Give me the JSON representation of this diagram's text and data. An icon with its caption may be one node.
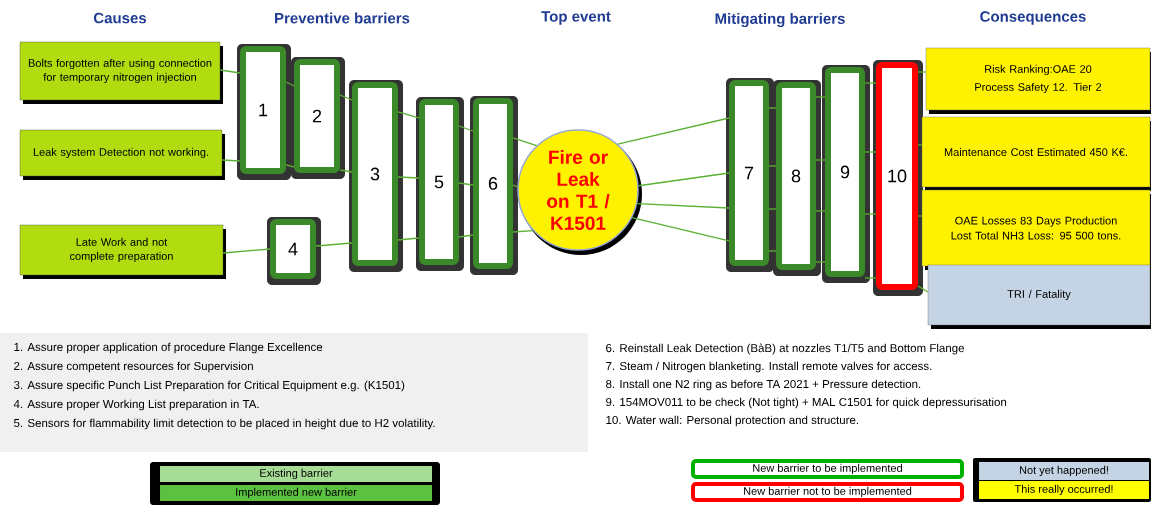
{
  "diagram": {
    "nodes": [
      {
        "text": [
          "Bolts forgotten after using connection for temporary nitrogen injection"
        ]
      },
      {
        "text": [
          "Leak system Detection not working."
        ]
      },
      {
        "text": [
          "Late Work and not complete preparation"
        ]
      },
      {
        "text": [
          "1"
        ]
      },
      {
        "text": [
          "2"
        ]
      },
      {
        "text": [
          "3"
        ]
      },
      {
        "text": [
          "4"
        ]
      },
      {
        "text": [
          "5"
        ]
      },
      {
        "text": [
          "6"
        ]
      },
      {
        "text": [
          "Fire or Leak on T1 / K1501"
        ]
      },
      {
        "text": [
          "7"
        ]
      },
      {
        "text": [
          "8"
        ]
      },
      {
        "text": [
          "9"
        ]
      },
      {
        "text": [
          "10"
        ]
      },
      {
        "text": [
          "Risk Ranking:OAE 20",
          "Process Safety 12. Tier 2"
        ]
      },
      {
        "text": [
          "Maintenance Cost Estimated 450 K€."
        ]
      },
      {
        "text": [
          "OAE Losses 83 Days Production Lost Total NH3 Loss: 95 500 tons."
        ]
      },
      {
        "text": [
          "TRI / Fatality"
        ]
      }
    ],
    "edges": [
      {
        "from": 0,
        "to": 3,
        "arrow": "none"
      },
      {
        "from": 1,
        "to": 3,
        "arrow": "none"
      },
      {
        "from": 3,
        "to": 4,
        "arrow": "none"
      },
      {
        "from": 3,
        "to": 4,
        "arrow": "none"
      },
      {
        "from": 4,
        "to": 5,
        "arrow": "none"
      },
      {
        "from": 4,
        "to": 5,
        "arrow": "none"
      },
      {
        "from": 2,
        "to": 6,
        "arrow": "none"
      },
      {
        "from": 6,
        "to": 5,
        "arrow": "none"
      },
      {
        "from": 5,
        "to": 7,
        "arrow": "none"
      },
      {
        "from": 5,
        "to": 7,
        "arrow": "none"
      },
      {
        "from": 5,
        "to": 7,
        "arrow": "none"
      },
      {
        "from": 7,
        "to": 8,
        "arrow": "none"
      },
      {
        "from": 7,
        "to": 8,
        "arrow": "none"
      },
      {
        "from": 7,
        "to": 8,
        "arrow": "none"
      },
      {
        "from": 8,
        "to": 9,
        "arrow": "none"
      },
      {
        "from": 8,
        "to": 9,
        "arrow": "none"
      },
      {
        "from": 8,
        "to": 9,
        "arrow": "none"
      },
      {
        "from": 9,
        "to": 10,
        "arrow": "none"
      },
      {
        "from": 9,
        "to": 10,
        "arrow": "none"
      },
      {
        "from": 9,
        "to": 10,
        "arrow": "none"
      },
      {
        "from": 9,
        "to": 10,
        "arrow": "none"
      },
      {
        "from": 10,
        "to": 11,
        "arrow": "none"
      },
      {
        "from": 10,
        "to": 11,
        "arrow": "none"
      },
      {
        "from": 10,
        "to": 11,
        "arrow": "none"
      },
      {
        "from": 10,
        "to": 11,
        "arrow": "none"
      },
      {
        "from": 11,
        "to": 12,
        "arrow": "none"
      },
      {
        "from": 11,
        "to": 12,
        "arrow": "none"
      },
      {
        "from": 11,
        "to": 12,
        "arrow": "none"
      },
      {
        "from": 11,
        "to": 12,
        "arrow": "none"
      },
      {
        "from": 12,
        "to": 13,
        "arrow": "none"
      },
      {
        "from": 12,
        "to": 13,
        "arrow": "none"
      },
      {
        "from": 12,
        "to": 13,
        "arrow": "none"
      },
      {
        "from": 12,
        "to": 13,
        "arrow": "none"
      },
      {
        "from": 13,
        "to": 14,
        "arrow": "none"
      },
      {
        "from": 13,
        "to": 15,
        "arrow": "none"
      },
      {
        "from": 13,
        "to": 16,
        "arrow": "none"
      },
      {
        "from": 13,
        "to": 17,
        "arrow": "none"
      }
    ],
    "labels": [
      "Causes",
      "Preventive barriers",
      "Top event",
      "Mitigating barriers",
      "Consequences",
      "1. Assure proper application of procedure Flange Excellence",
      "2. Assure competent resources for Supervision",
      "3. Assure specific Punch List Preparation for Critical Equipment e.g. (K1501)",
      "4. Assure proper Working List preparation in TA.",
      "5. Sensors for flammability limit detection to be placed in height due to H2 volatility.",
      "6. Reinstall Leak Detection (BàB) at nozzles T1/T5 and Bottom Flange",
      "7. Steam / Nitrogen blanketing. Install remote valves for access.",
      "8. Install one N2 ring as before TA 2021 + Pressure detection.",
      "9. 154MOV011 to be check (Not tight) + MAL C1501 for quick depressurisation",
      "10. Water wall: Personal protection and structure."
    ],
    "legend": [
      {
        "text": "Existing barrier",
        "color": "#a6dc96"
      },
      {
        "text": "Implemented new barrier",
        "color": "#5cc040"
      },
      {
        "text": "New barrier to be implemented"
      },
      {
        "text": "New barrier not to be implemented"
      },
      {
        "text": "Not yet happened!",
        "color": "#c4d4e4"
      },
      {
        "text": "This really occurred!",
        "color": "#ffff00"
      }
    ]
  }
}
